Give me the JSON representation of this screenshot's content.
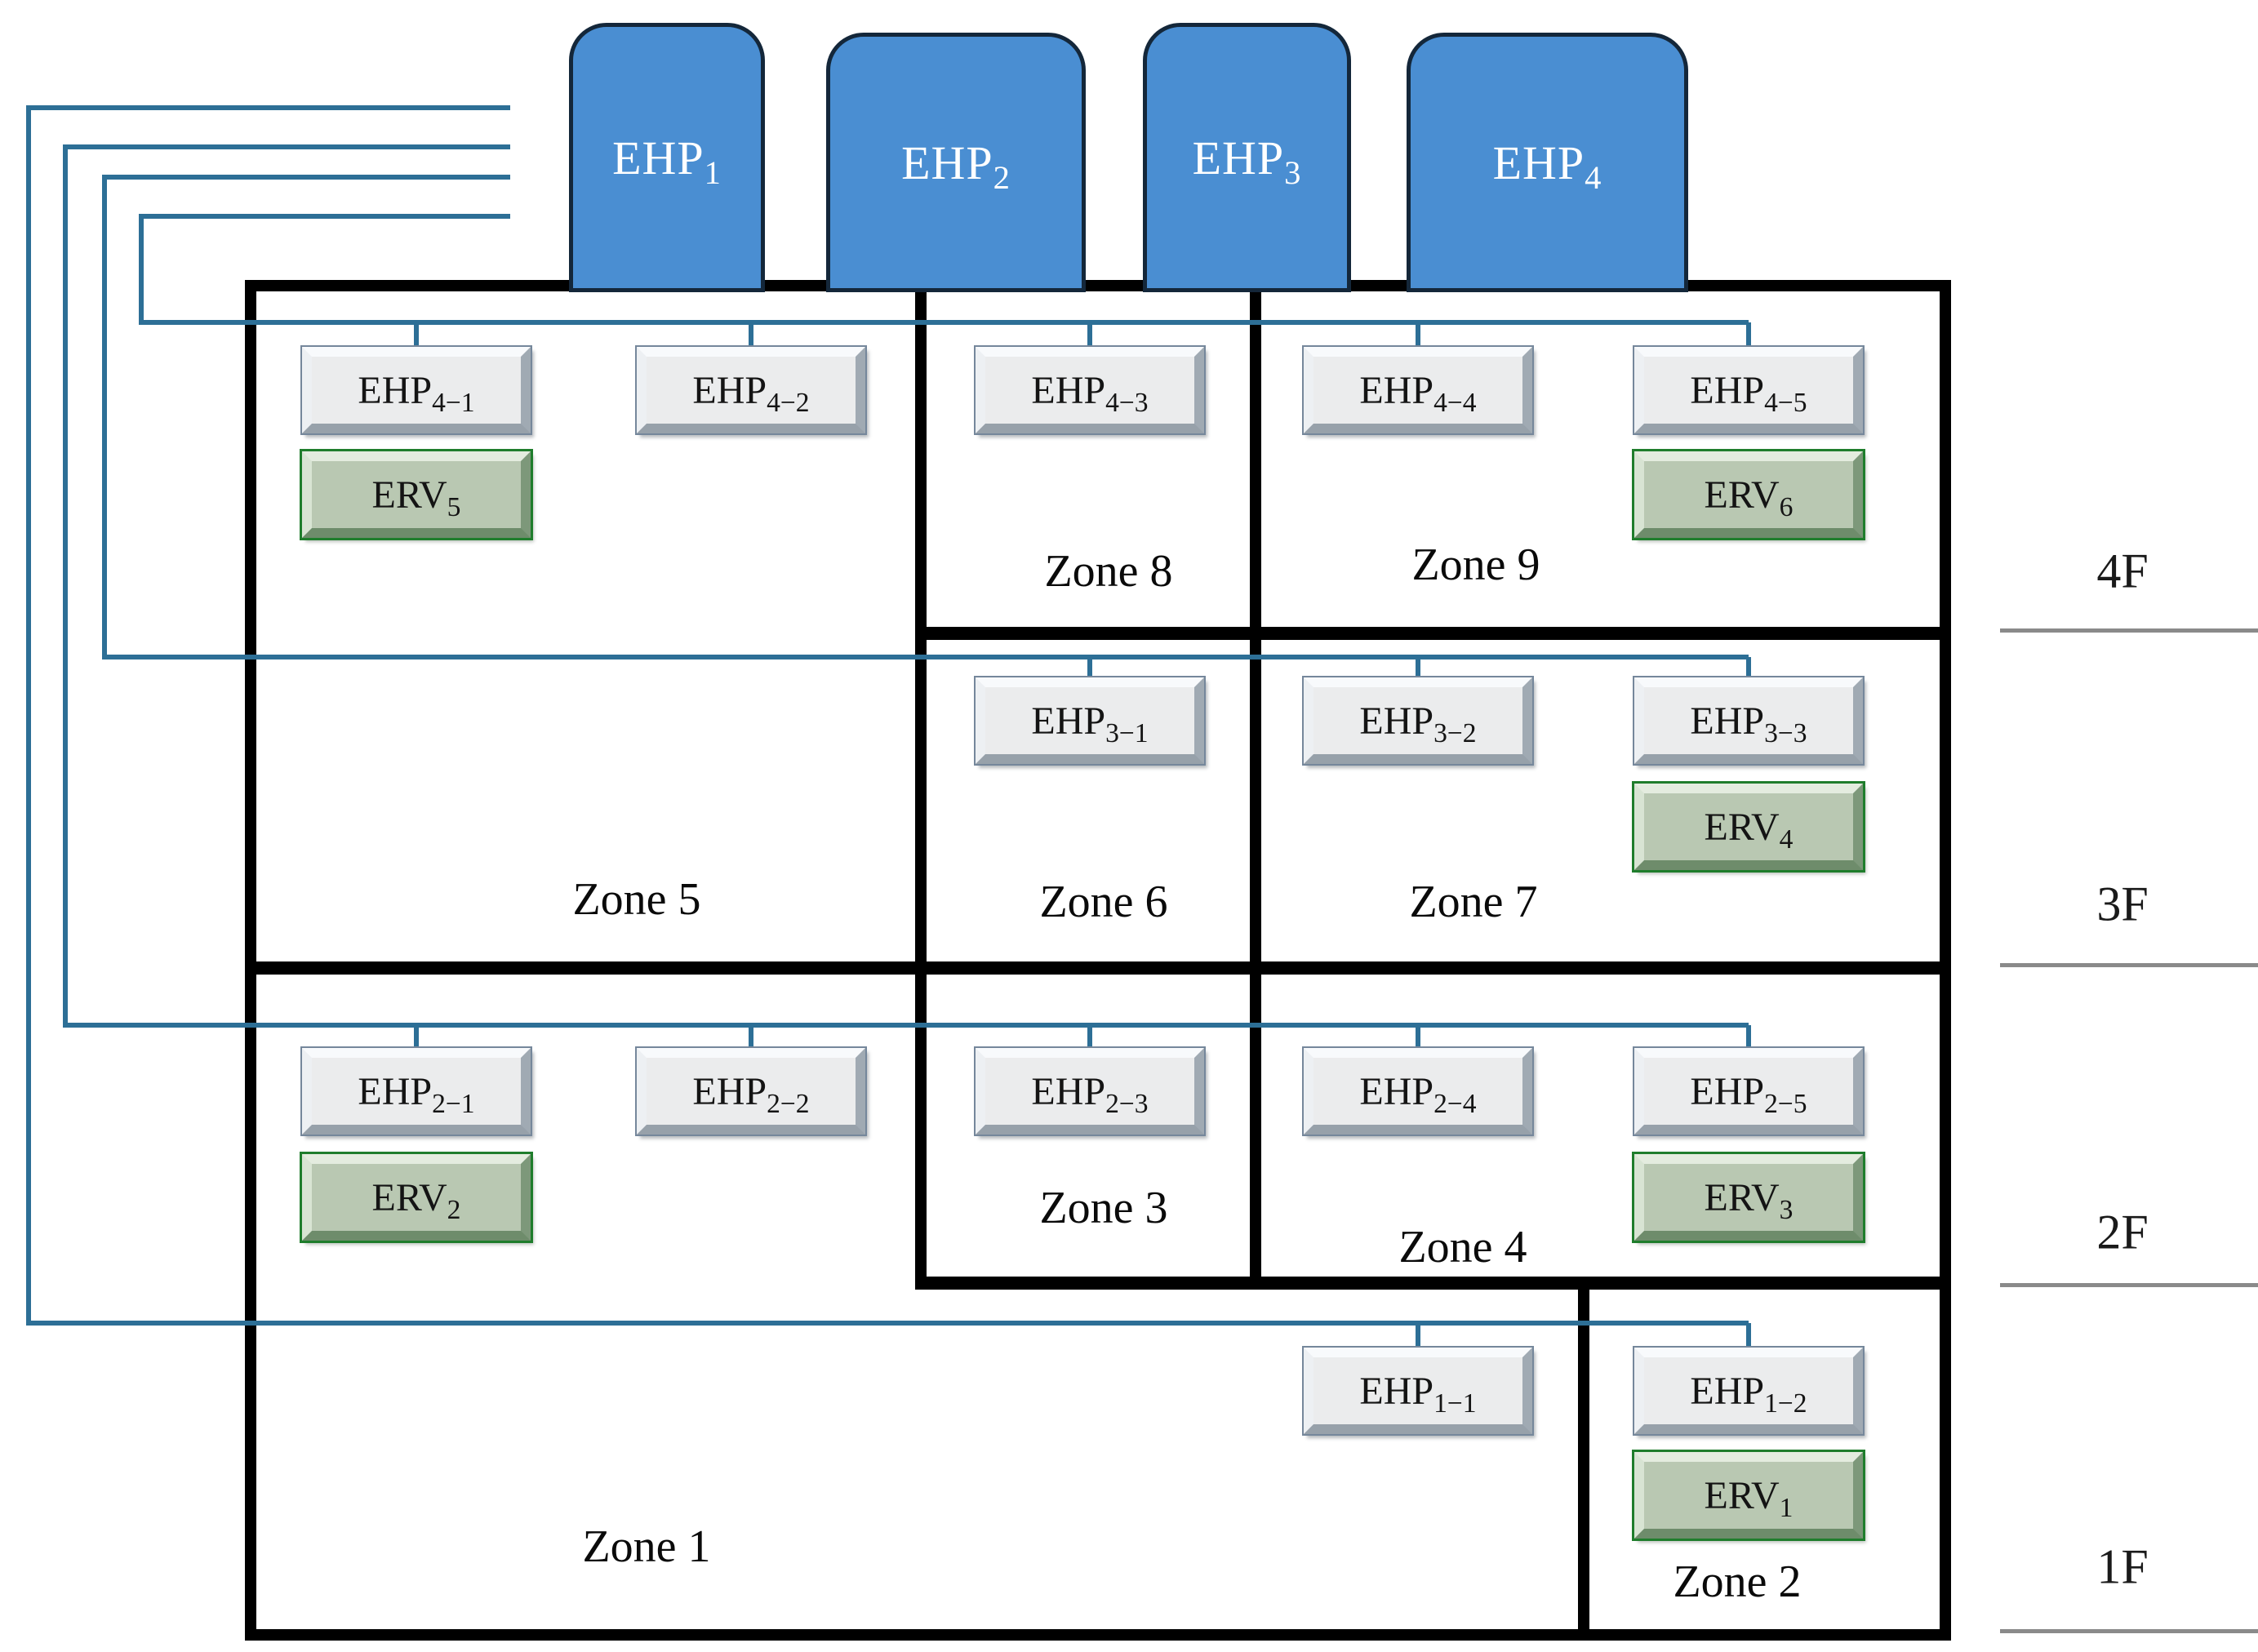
{
  "diagram": {
    "type": "building-hvac-zoning-schematic",
    "outdoor_units": [
      {
        "base": "EHP",
        "sub": "1"
      },
      {
        "base": "EHP",
        "sub": "2"
      },
      {
        "base": "EHP",
        "sub": "3"
      },
      {
        "base": "EHP",
        "sub": "4"
      }
    ],
    "indoor_units": [
      {
        "base": "EHP",
        "sub": "4−1"
      },
      {
        "base": "EHP",
        "sub": "4−2"
      },
      {
        "base": "EHP",
        "sub": "4−3"
      },
      {
        "base": "EHP",
        "sub": "4−4"
      },
      {
        "base": "EHP",
        "sub": "4−5"
      },
      {
        "base": "EHP",
        "sub": "3−1"
      },
      {
        "base": "EHP",
        "sub": "3−2"
      },
      {
        "base": "EHP",
        "sub": "3−3"
      },
      {
        "base": "EHP",
        "sub": "2−1"
      },
      {
        "base": "EHP",
        "sub": "2−2"
      },
      {
        "base": "EHP",
        "sub": "2−3"
      },
      {
        "base": "EHP",
        "sub": "2−4"
      },
      {
        "base": "EHP",
        "sub": "2−5"
      },
      {
        "base": "EHP",
        "sub": "1−1"
      },
      {
        "base": "EHP",
        "sub": "1−2"
      }
    ],
    "erv_units": [
      {
        "base": "ERV",
        "sub": "5"
      },
      {
        "base": "ERV",
        "sub": "6"
      },
      {
        "base": "ERV",
        "sub": "4"
      },
      {
        "base": "ERV",
        "sub": "2"
      },
      {
        "base": "ERV",
        "sub": "3"
      },
      {
        "base": "ERV",
        "sub": "1"
      }
    ],
    "zones": [
      {
        "label": "Zone 5"
      },
      {
        "label": "Zone 8"
      },
      {
        "label": "Zone 9"
      },
      {
        "label": "Zone 6"
      },
      {
        "label": "Zone 7"
      },
      {
        "label": "Zone 3"
      },
      {
        "label": "Zone 4"
      },
      {
        "label": "Zone 1"
      },
      {
        "label": "Zone 2"
      }
    ],
    "floors": [
      {
        "label": "4F"
      },
      {
        "label": "3F"
      },
      {
        "label": "2F"
      },
      {
        "label": "1F"
      }
    ],
    "colors": {
      "outdoor_unit_fill": "#4a8ed2",
      "pipe": "#2d6f96",
      "erv_border": "#1f7d2c",
      "wall": "#000000"
    }
  }
}
